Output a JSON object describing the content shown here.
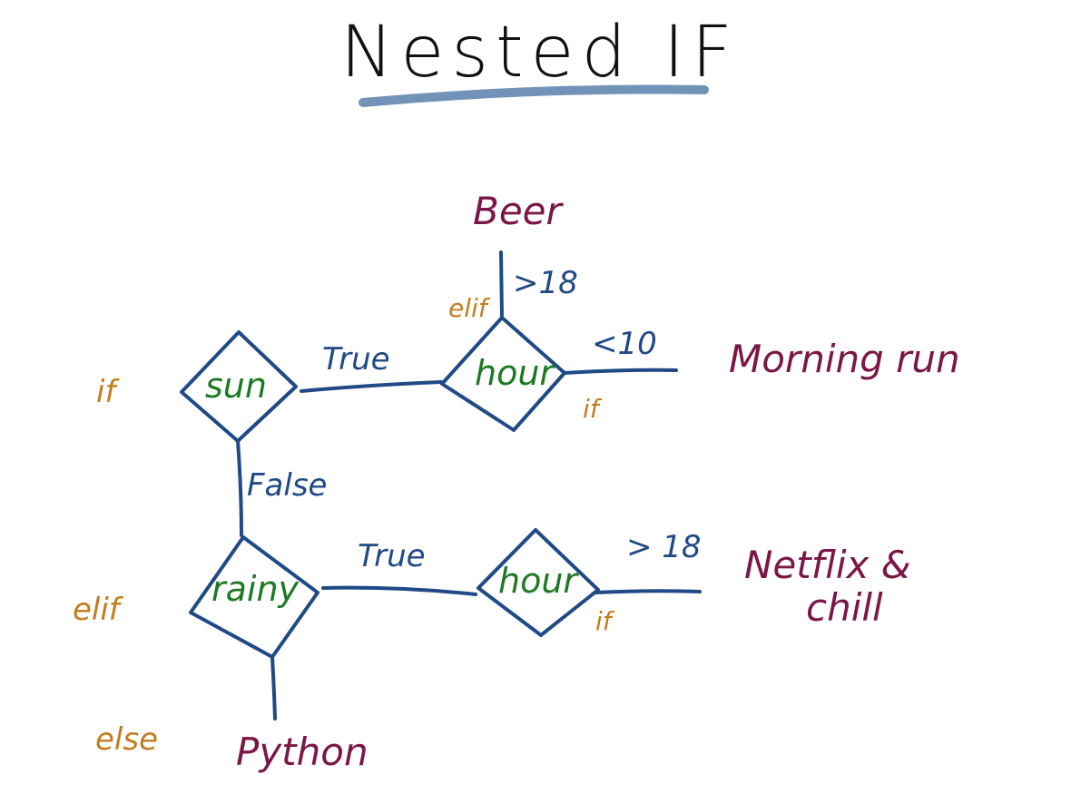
{
  "title": "Nested IF",
  "colors": {
    "title": "#111111",
    "underline": "#7392b8",
    "lines": "#1f4a86",
    "node_text": "#1d7a22",
    "edge_text": "#1f4a86",
    "outcome_text": "#7a1747",
    "keyword_text": "#c47c1c"
  },
  "nodes": {
    "sun": "sun",
    "hour_top": "hour",
    "rainy": "rainy",
    "hour_bottom": "hour"
  },
  "edges": {
    "sun_true": "True",
    "sun_false": "False",
    "rainy_true": "True",
    "hour_top_gt18": ">18",
    "hour_top_lt10": "<10",
    "hour_bottom_gt18": "> 18"
  },
  "outcomes": {
    "beer": "Beer",
    "morning_run": "Morning run",
    "netflix_line1": "Netflix &",
    "netflix_line2": "chill",
    "python": "Python"
  },
  "keywords": {
    "if_sun": "if",
    "elif_rainy": "elif",
    "else_python": "else",
    "elif_beer": "elif",
    "if_morning": "if",
    "if_netflix": "if"
  }
}
